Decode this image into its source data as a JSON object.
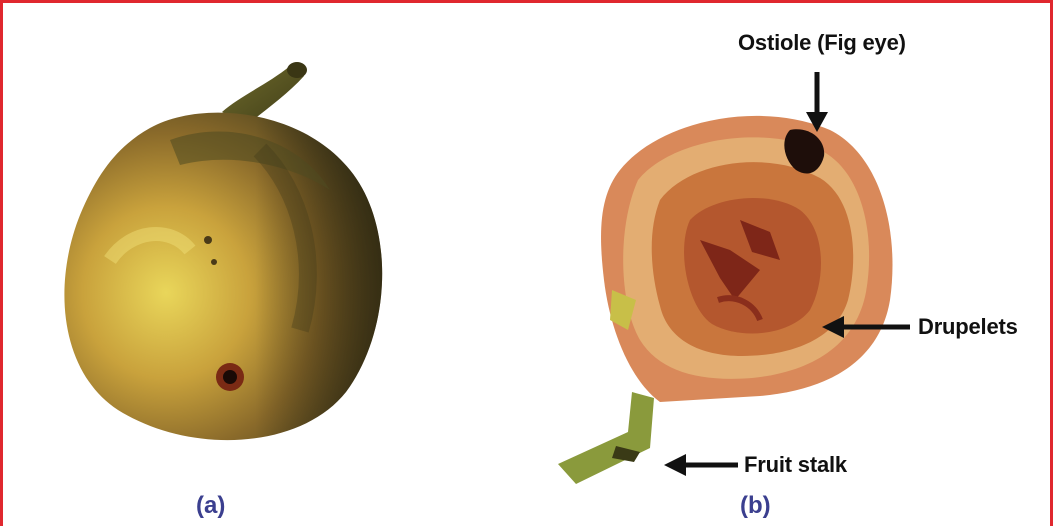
{
  "labels": {
    "ostiole": "Ostiole (Fig eye)",
    "drupelets": "Drupelets",
    "fruit_stalk": "Fruit stalk"
  },
  "panels": {
    "a": "(a)",
    "b": "(b)"
  },
  "colors": {
    "frame_border": "#e0282f",
    "panel_label": "#3b3f8f",
    "arrow": "#111111"
  }
}
